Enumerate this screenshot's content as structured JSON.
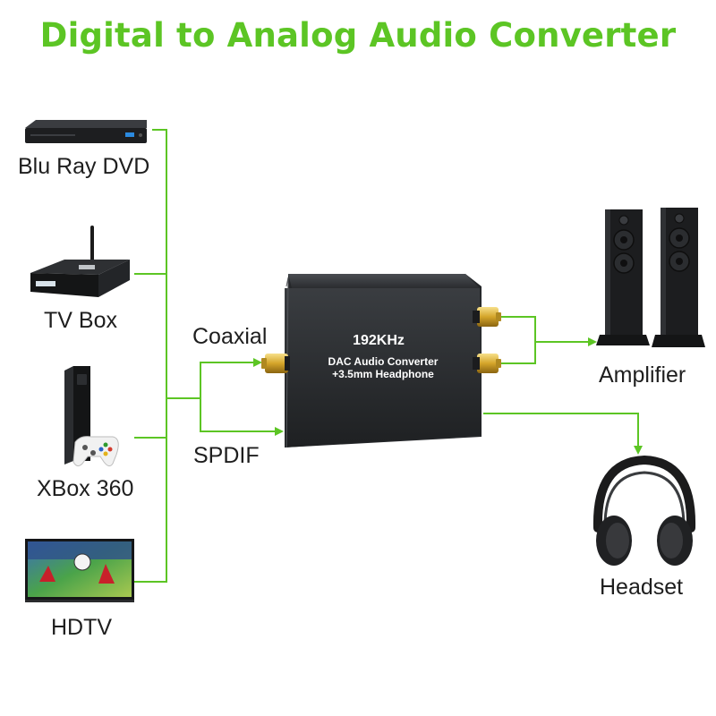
{
  "title": "Digital to Analog Audio Converter",
  "sources": [
    {
      "label": "Blu Ray DVD",
      "icon": "blu-ray-player-icon"
    },
    {
      "label": "TV Box",
      "icon": "tv-box-icon"
    },
    {
      "label": "XBox 360",
      "icon": "xbox-360-console-icon"
    },
    {
      "label": "HDTV",
      "icon": "hdtv-icon"
    }
  ],
  "inputs": {
    "coaxial": "Coaxial",
    "spdif": "SPDIF"
  },
  "device": {
    "line1": "192KHz",
    "line2": "DAC Audio Converter",
    "line3": "+3.5mm Headphone"
  },
  "outputs": [
    {
      "label": "Amplifier",
      "icon": "speakers-icon"
    },
    {
      "label": "Headset",
      "icon": "headphones-icon"
    }
  ],
  "colors": {
    "accent": "#5cc524",
    "device": "#2b2d30",
    "text": "#1e1e1e"
  }
}
